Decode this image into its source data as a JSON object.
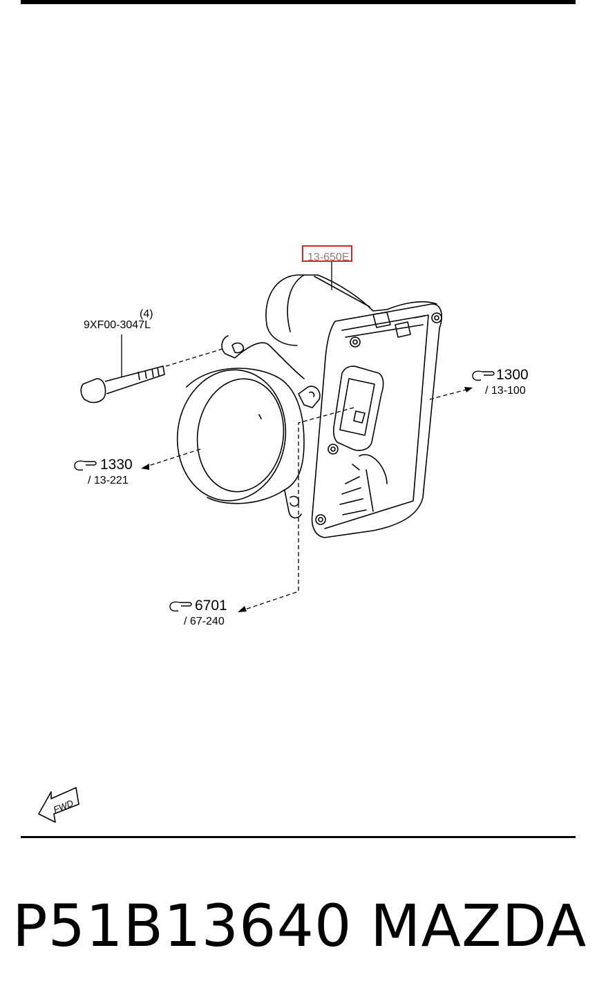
{
  "diagram": {
    "callouts": {
      "part_number": "13-650E",
      "bolt_part": "9XF00-3047L",
      "bolt_qty": "(4)",
      "ref_1300_main": "1300",
      "ref_1300_sub": "/ 13-100",
      "ref_1330_main": "1330",
      "ref_1330_sub": "/ 13-221",
      "ref_6701_main": "6701",
      "ref_6701_sub": "/ 67-240"
    },
    "fwd_label": "FWD",
    "highlight_color": "#d8242a"
  },
  "footer": {
    "part_number": "P51B13640",
    "brand": "MAZDA"
  }
}
